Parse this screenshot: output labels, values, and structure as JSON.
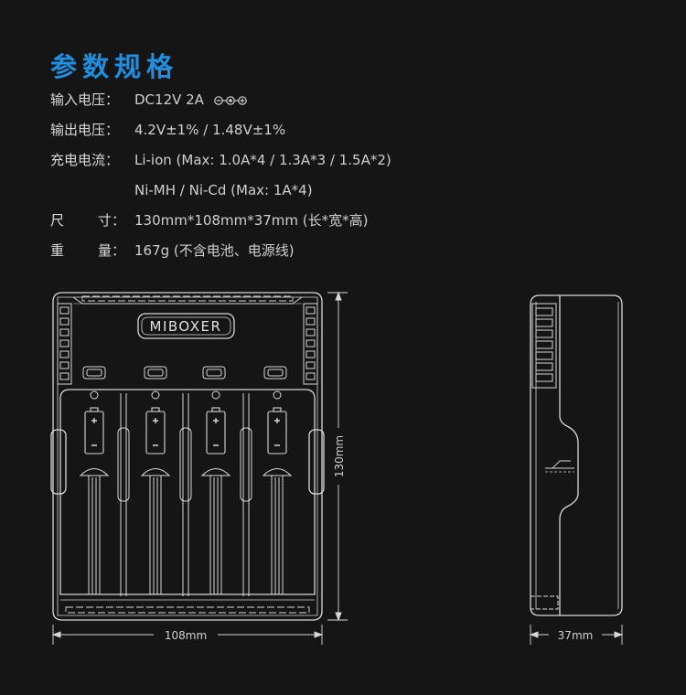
{
  "title": "参数规格",
  "specs": [
    {
      "label": "输入电压：",
      "value": "DC12V  2A"
    },
    {
      "label": "输出电压：",
      "value": "4.2V±1% / 1.48V±1%"
    },
    {
      "label": "充电电流：",
      "value": "Li-ion (Max: 1.0A*4 / 1.3A*3 / 1.5A*2)"
    },
    {
      "label": "",
      "value": "Ni-MH / Ni-Cd (Max: 1A*4)"
    },
    {
      "label_a": "尺",
      "label_b": "寸：",
      "value": "130mm*108mm*37mm (长*宽*高)"
    },
    {
      "label_a": "重",
      "label_b": "量：",
      "value": "167g (不含电池、电源线)"
    }
  ],
  "front_view": {
    "brand": "MIBOXER",
    "width_label": "108mm",
    "height_label": "130mm",
    "slots": 4
  },
  "side_view": {
    "depth_label": "37mm"
  },
  "icons": {
    "polarity": "dc-polarity-icon"
  }
}
